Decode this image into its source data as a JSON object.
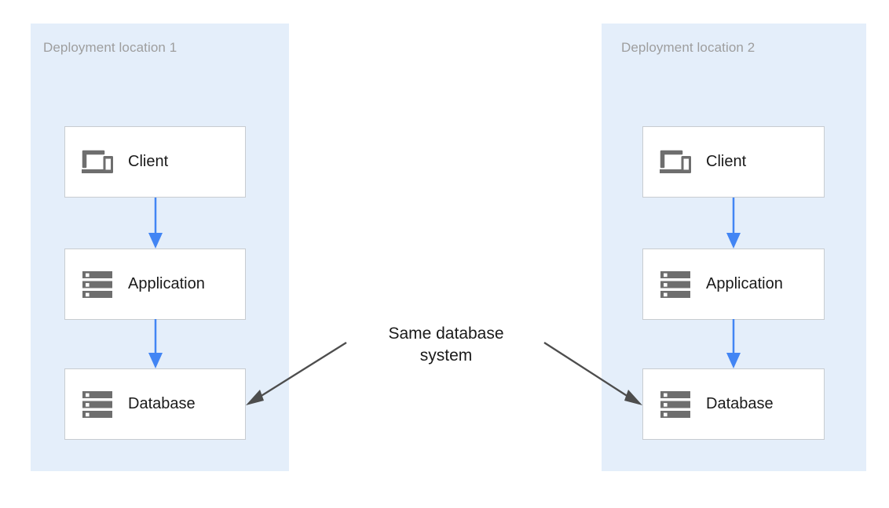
{
  "diagram": {
    "background_color": "#ffffff",
    "zone_color": "#e4eefa",
    "arrow_blue": "#4285f4",
    "arrow_gray": "#4d4d4d",
    "node_border": "#c8ccd0",
    "icon_color": "#6e6e6e",
    "title_color": "#9e9e9e"
  },
  "zones": [
    {
      "id": "zone-1",
      "title": "Deployment location 1",
      "nodes": [
        {
          "id": "client-1",
          "label": "Client",
          "icon": "devices-icon"
        },
        {
          "id": "application-1",
          "label": "Application",
          "icon": "server-icon"
        },
        {
          "id": "database-1",
          "label": "Database",
          "icon": "server-icon"
        }
      ],
      "connectors": [
        {
          "from": "client-1",
          "to": "application-1",
          "color": "#4285f4"
        },
        {
          "from": "application-1",
          "to": "database-1",
          "color": "#4285f4"
        }
      ]
    },
    {
      "id": "zone-2",
      "title": "Deployment location 2",
      "nodes": [
        {
          "id": "client-2",
          "label": "Client",
          "icon": "devices-icon"
        },
        {
          "id": "application-2",
          "label": "Application",
          "icon": "server-icon"
        },
        {
          "id": "database-2",
          "label": "Database",
          "icon": "server-icon"
        }
      ],
      "connectors": [
        {
          "from": "client-2",
          "to": "application-2",
          "color": "#4285f4"
        },
        {
          "from": "application-2",
          "to": "database-2",
          "color": "#4285f4"
        }
      ]
    }
  ],
  "annotation": {
    "id": "same-database-system",
    "text": "Same database\nsystem",
    "points_to": [
      "database-1",
      "database-2"
    ],
    "color": "#4d4d4d"
  }
}
